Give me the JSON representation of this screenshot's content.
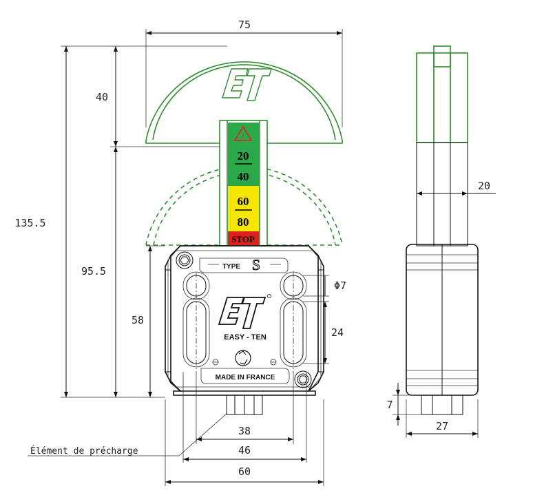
{
  "dimensions": {
    "width_top": "75",
    "height_head": "40",
    "height_total": "135.5",
    "height_mid": "95.5",
    "height_body": "58",
    "hole_diameter": "Φ7",
    "slot_length": "24",
    "width_38": "38",
    "width_46": "46",
    "width_60": "60",
    "side_width": "20",
    "side_nut_height": "7",
    "side_width_27": "27"
  },
  "callouts": {
    "preload_element": "Élément de précharge"
  },
  "scale_labels": {
    "top_num": "20",
    "top_den": "40",
    "bottom_num": "60",
    "bottom_den": "80",
    "stop": "STOP"
  },
  "body_text": {
    "type_label": "TYPE",
    "type_value": "S",
    "brand": "EASY - TEN",
    "made_in": "MADE IN FRANCE",
    "logo_text": "ET"
  },
  "colors": {
    "handle_green": "#2e8b2e",
    "scale_green": "#2aa84a",
    "scale_yellow": "#f5e600",
    "scale_red": "#e0201c",
    "warning_red": "#e0201c"
  }
}
